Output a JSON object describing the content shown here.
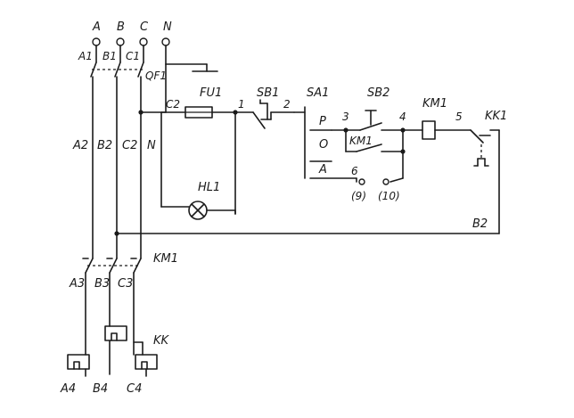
{
  "phases": {
    "A": "A",
    "B": "B",
    "C": "C",
    "N": "N"
  },
  "breaker": {
    "a1": "A1",
    "b1": "B1",
    "c1": "C1",
    "qf": "QF1"
  },
  "buses": {
    "a2": "A2",
    "b2": "B2",
    "c2": "C2",
    "n": "N",
    "c2_top": "C2",
    "b2_right": "B2"
  },
  "control": {
    "fuse": "FU1",
    "node1": "1",
    "stop_button": "SB1",
    "node2": "2",
    "selector": "SA1",
    "pos_p": "P",
    "pos_o": "O",
    "pos_a": "A",
    "node3": "3",
    "start_button": "SB2",
    "aux_contact": "KM1",
    "node4": "4",
    "coil": "KM1",
    "node5": "5",
    "overload_contact": "KK1",
    "node6": "6",
    "term9": "(9)",
    "term10": "(10)",
    "lamp": "HL1"
  },
  "power": {
    "contactor": "KM1",
    "a3": "A3",
    "b3": "B3",
    "c3": "C3",
    "relay": "KK",
    "a4": "A4",
    "b4": "B4",
    "c4": "C4"
  }
}
